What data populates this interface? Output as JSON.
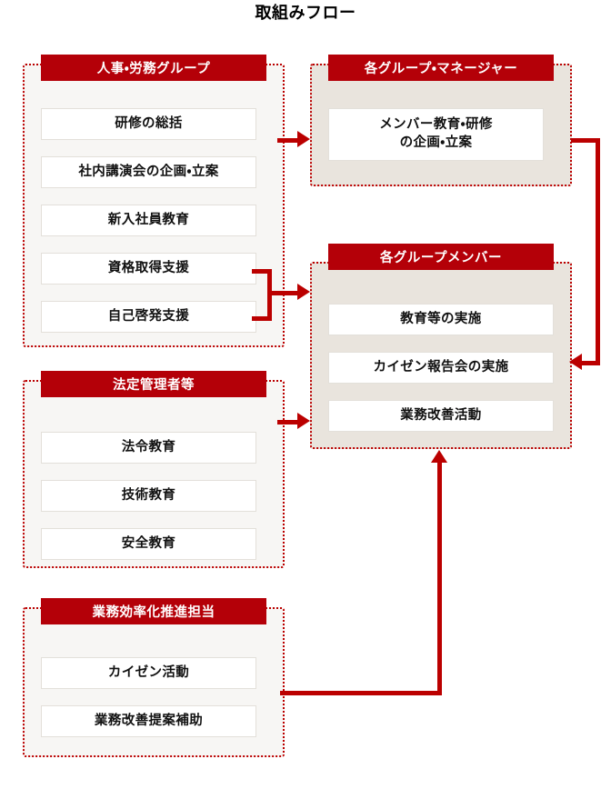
{
  "title": "取組みフロー",
  "colors": {
    "header_red": "#b40008",
    "connector_red": "#bb0000",
    "panel_light": "#f7f6f4",
    "panel_beige": "#e9e4dd",
    "item_bg": "#ffffff",
    "text": "#111111"
  },
  "groups": [
    {
      "id": "hr-labor-group",
      "header": "人事・労務グループ",
      "items": [
        "研修の総括",
        "社内講演会の企画・立案",
        "新入社員教育",
        "資格取得支援",
        "自己啓発支援"
      ]
    },
    {
      "id": "group-managers",
      "header": "各グループ・マネージャー",
      "items": [
        "メンバー教育・研修\nの企画・立案"
      ]
    },
    {
      "id": "group-members",
      "header": "各グループメンバー",
      "items": [
        "教育等の実施",
        "カイゼン報告会の実施",
        "業務改善活動"
      ]
    },
    {
      "id": "statutory-managers",
      "header": "法定管理者等",
      "items": [
        "法令教育",
        "技術教育",
        "安全教育"
      ]
    },
    {
      "id": "efficiency-officer",
      "header": "業務効率化推進担当",
      "items": [
        "カイゼン活動",
        "業務改善提案補助"
      ]
    }
  ],
  "connectors": [
    {
      "id": "hr-to-managers",
      "from": "研修の総括",
      "to": "メンバー教育・研修の企画・立案",
      "direction": "right"
    },
    {
      "id": "hr-support-to-members",
      "from": "資格取得支援 / 自己啓発支援",
      "to": "各グループメンバー",
      "direction": "right"
    },
    {
      "id": "statutory-to-members",
      "from": "法定管理者等",
      "to": "各グループメンバー",
      "direction": "right"
    },
    {
      "id": "managers-loop-to-members",
      "from": "各グループ・マネージャー",
      "to": "カイゼン報告会の実施",
      "direction": "left"
    },
    {
      "id": "efficiency-to-members",
      "from": "業務効率化推進担当",
      "to": "各グループメンバー",
      "direction": "up"
    }
  ]
}
